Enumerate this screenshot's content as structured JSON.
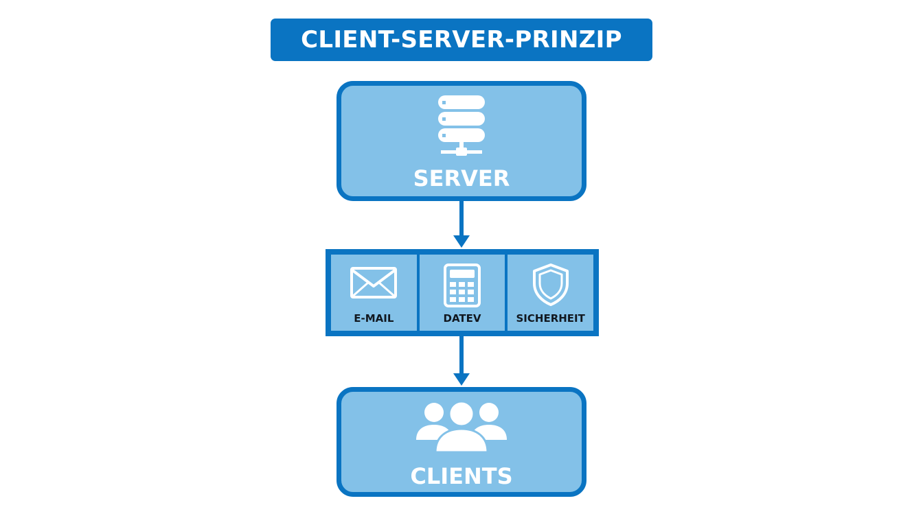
{
  "title": "CLIENT-SERVER-PRINZIP",
  "colors": {
    "primary": "#0a74c2",
    "box_fill": "#83c1e8",
    "label_text": "#ffffff",
    "service_text": "#111820"
  },
  "server": {
    "label": "SERVER",
    "icon": "server-database-icon"
  },
  "services": [
    {
      "label": "E-MAIL",
      "icon": "envelope-icon"
    },
    {
      "label": "DATEV",
      "icon": "calculator-icon"
    },
    {
      "label": "SICHERHEIT",
      "icon": "shield-icon"
    }
  ],
  "clients": {
    "label": "CLIENTS",
    "icon": "users-group-icon"
  }
}
